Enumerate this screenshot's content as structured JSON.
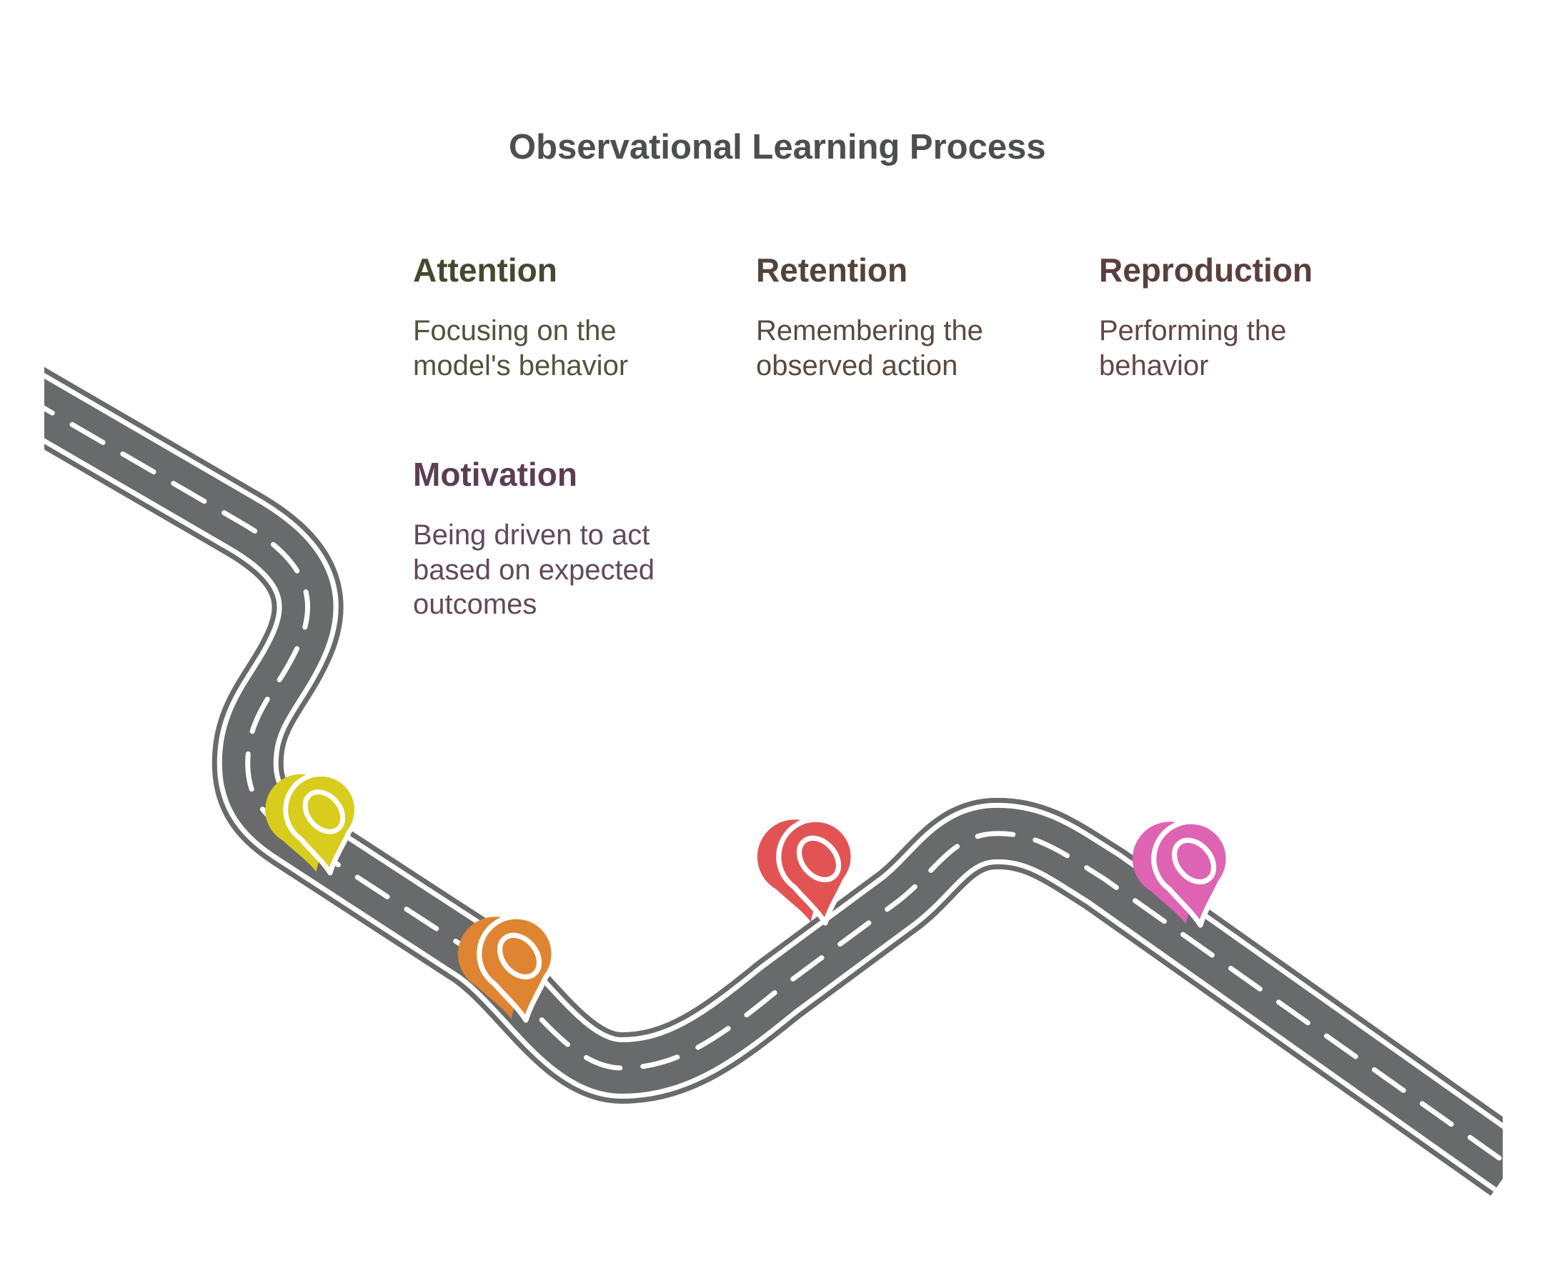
{
  "title": {
    "text": "Observational Learning Process",
    "color": "#4d4e50"
  },
  "stages": [
    {
      "name": "Attention",
      "description": "Focusing on the model's behavior",
      "heading_color": "#47492f",
      "body_color": "#51533c",
      "pin_color": "#d8cc1d",
      "pin_name": "yellow-pin"
    },
    {
      "name": "Retention",
      "description": "Remembering the observed action",
      "heading_color": "#524439",
      "body_color": "#584a3f",
      "pin_color": "#df8430",
      "pin_name": "orange-pin"
    },
    {
      "name": "Reproduction",
      "description": "Performing the behavior",
      "heading_color": "#5a3f3e",
      "body_color": "#604746",
      "pin_color": "#e25453",
      "pin_name": "red-pin"
    },
    {
      "name": "Motivation",
      "description": "Being driven to act based on expected outcomes",
      "heading_color": "#5b3e53",
      "body_color": "#62495b",
      "pin_color": "#df63b3",
      "pin_name": "pink-pin"
    }
  ],
  "road": {
    "surface_color": "#696a6c",
    "marking_color": "#ffffff",
    "background_color": "#ffffff"
  }
}
